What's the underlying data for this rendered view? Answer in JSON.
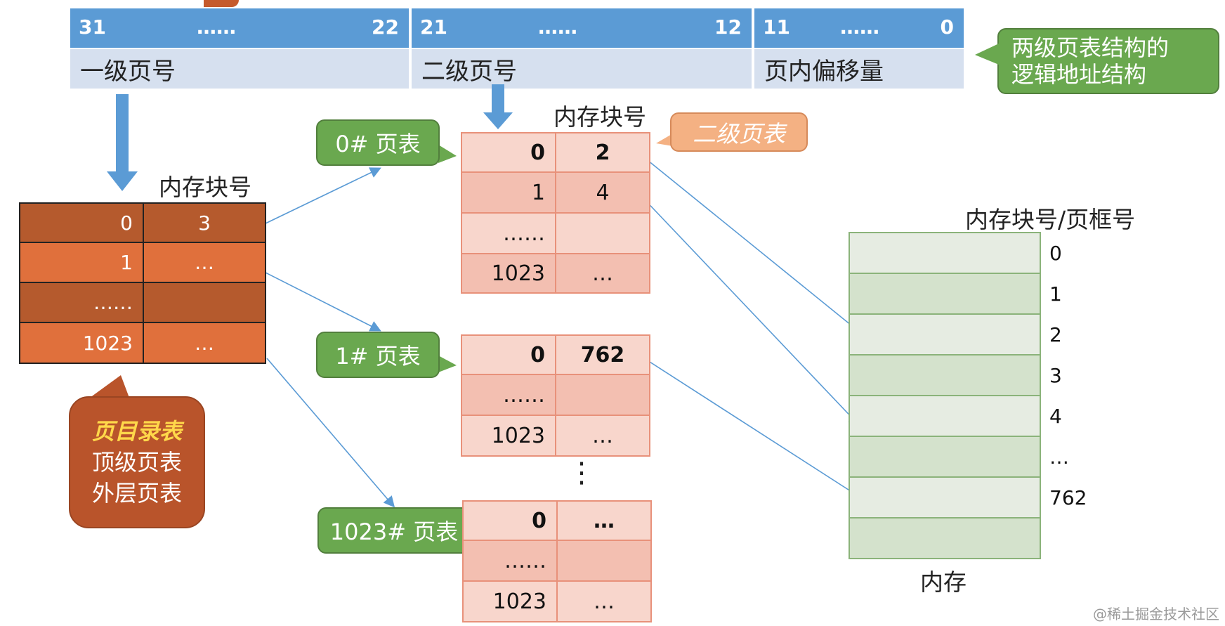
{
  "address": {
    "bits": {
      "b31": "31",
      "b22": "22",
      "b21": "21",
      "b12": "12",
      "b11": "11",
      "b0": "0",
      "dots": "……"
    },
    "fields": {
      "first": "一级页号",
      "second": "二级页号",
      "offset": "页内偏移量"
    }
  },
  "callouts": {
    "structure_line1": "两级页表结构的",
    "structure_line2": "逻辑地址结构",
    "second_level": "二级页表",
    "pt0": "0# 页表",
    "pt1": "1# 页表",
    "pt1023": "1023# 页表",
    "directory_line1": "页目录表",
    "directory_line2": "顶级页表",
    "directory_line3": "外层页表"
  },
  "labels": {
    "block_no_dir": "内存块号",
    "block_no_pt": "内存块号",
    "frame_no": "内存块号/页框号",
    "memory": "内存",
    "vdots": "⋮"
  },
  "directory": [
    {
      "index": "0",
      "block": "3"
    },
    {
      "index": "1",
      "block": "…"
    },
    {
      "index": "……",
      "block": ""
    },
    {
      "index": "1023",
      "block": "…"
    }
  ],
  "pt0": [
    {
      "index": "0",
      "block": "2"
    },
    {
      "index": "1",
      "block": "4"
    },
    {
      "index": "……",
      "block": ""
    },
    {
      "index": "1023",
      "block": "…"
    }
  ],
  "pt1": [
    {
      "index": "0",
      "block": "762"
    },
    {
      "index": "……",
      "block": ""
    },
    {
      "index": "1023",
      "block": "…"
    }
  ],
  "pt1023": [
    {
      "index": "0",
      "block": "…"
    },
    {
      "index": "……",
      "block": ""
    },
    {
      "index": "1023",
      "block": "…"
    }
  ],
  "memory_frames": [
    "0",
    "1",
    "2",
    "3",
    "4",
    "…",
    "762",
    ""
  ],
  "watermark": "@稀土掘金技术社区",
  "colors": {
    "bit_bar": "#5b9bd5",
    "field_bar": "#d6e0ef",
    "callout_green": "#6aa84f",
    "callout_salmon": "#f4b183",
    "directory_dark": "#b55a2d",
    "directory_light": "#e0703c",
    "callout_brown": "#b9542b",
    "arrow_blue": "#5b9bd5"
  }
}
